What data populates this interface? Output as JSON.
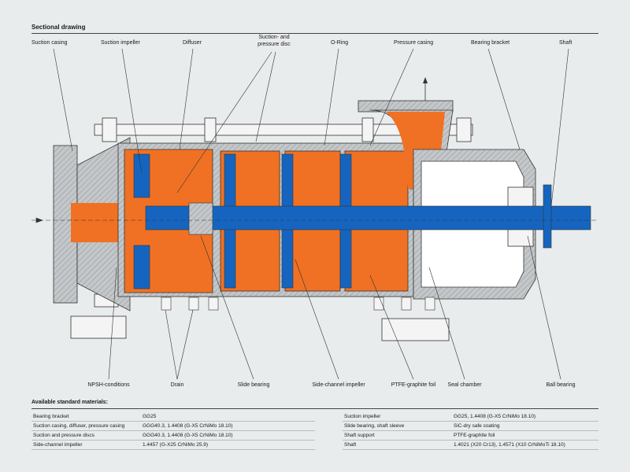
{
  "title": "Sectional drawing",
  "labels": {
    "suction_casing": "Suction casing",
    "suction_impeller": "Suction impeller",
    "diffuser": "Diffuser",
    "suction_pressure_disc_1": "Suction- and",
    "suction_pressure_disc_2": "pressure disc",
    "o_ring": "O-Ring",
    "pressure_casing": "Pressure casing",
    "bearing_bracket": "Bearing bracket",
    "shaft": "Shaft",
    "npsh": "NPSH-conditions",
    "drain": "Drain",
    "slide_bearing": "Slide bearing",
    "side_channel_impeller": "Side-channel impeller",
    "ptfe": "PTFE-graphite foil",
    "seal_chamber": "Seal chamber",
    "ball_bearing": "Ball bearing"
  },
  "materials": {
    "title": "Available standard materials:",
    "left": [
      {
        "part": "Bearing bracket",
        "material": "GG25"
      },
      {
        "part": "Suction casing, diffuser, pressure casing",
        "material": "GGG40.3, 1.4408 (G-X5 CrNiMo 18.10)"
      },
      {
        "part": "Suction and pressure discs",
        "material": "GGG40.3, 1.4408 (G-X5 CrNiMo 18.10)"
      },
      {
        "part": "Side-channel impeller",
        "material": "1.4457 (G-X25 CrNiMo 25.9)"
      }
    ],
    "right": [
      {
        "part": "Suction impeller",
        "material": "GG25, 1.4408 (G-X5 CrNiMo 18.10)"
      },
      {
        "part": "Slide bearing, shaft sleeve",
        "material": "SiC-dry safe coating"
      },
      {
        "part": "Shaft support",
        "material": "PTFE-graphite foil"
      },
      {
        "part": "Shaft",
        "material": "1.4021 (X20 Cr13), 1.4571 (X10 CrNiMoTi 18.10)"
      }
    ]
  },
  "colors": {
    "fluid": "#f07124",
    "shaft": "#1565c0",
    "casing": "#c4c7c9"
  }
}
